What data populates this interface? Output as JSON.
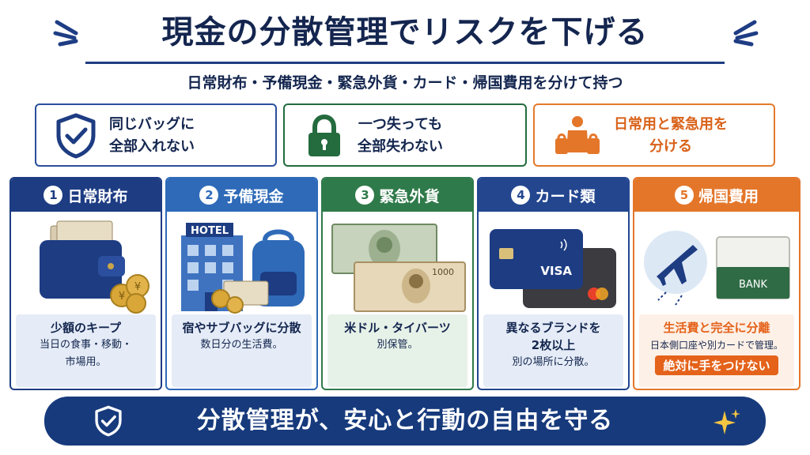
{
  "title": "現金の分散管理でリスクを下げる",
  "subtitle": "日常財布・予備現金・緊急外貨・カード・帰国費用を分けて持つ",
  "principles": [
    {
      "line1": "同じバッグに",
      "line2": "全部入れない",
      "icon": "shield-check-icon"
    },
    {
      "line1": "一つ失っても",
      "line2": "全部失わない",
      "icon": "padlock-icon"
    },
    {
      "line1": "日常用と緊急用を",
      "line2": "分ける",
      "icon": "person-with-bags-icon"
    }
  ],
  "cards": [
    {
      "num": "1",
      "title": "日常財布",
      "strong": "少額のキープ",
      "lines": [
        "当日の食事・移動・",
        "市場用。"
      ],
      "icon": "wallet-with-coins-icon"
    },
    {
      "num": "2",
      "title": "予備現金",
      "strong": "宿やサブバッグに分散",
      "lines": [
        "数日分の生活費。"
      ],
      "icon": "hotel-and-backpack-icon",
      "hotel_label": "HOTEL"
    },
    {
      "num": "3",
      "title": "緊急外貨",
      "strong": "米ドル・タイバーツ",
      "lines": [
        "別保管。"
      ],
      "icon": "foreign-banknotes-icon",
      "note_value": "1000"
    },
    {
      "num": "4",
      "title": "カード類",
      "strong": "異なるブランドを",
      "strong2": "2枚以上",
      "lines": [
        "別の場所に分散。"
      ],
      "icon": "credit-cards-icon",
      "card_brand": "VISA"
    },
    {
      "num": "5",
      "title": "帰国費用",
      "strong": "生活費と完全に分離",
      "lines": [
        "日本側口座や別カードで管理。"
      ],
      "warning": "絶対に手をつけない",
      "icon": "airplane-and-bankbook-icon",
      "bank_label": "BANK"
    }
  ],
  "footer": {
    "text": "分散管理が、安心と行動の自由を守る",
    "icon": "shield-check-icon",
    "sparkle_icon": "sparkle-icon"
  },
  "colors": {
    "navy": "#1d3c82",
    "blue": "#2e6ab8",
    "green": "#2f7a4a",
    "orange": "#e4762a",
    "footer": "#173a7c"
  }
}
